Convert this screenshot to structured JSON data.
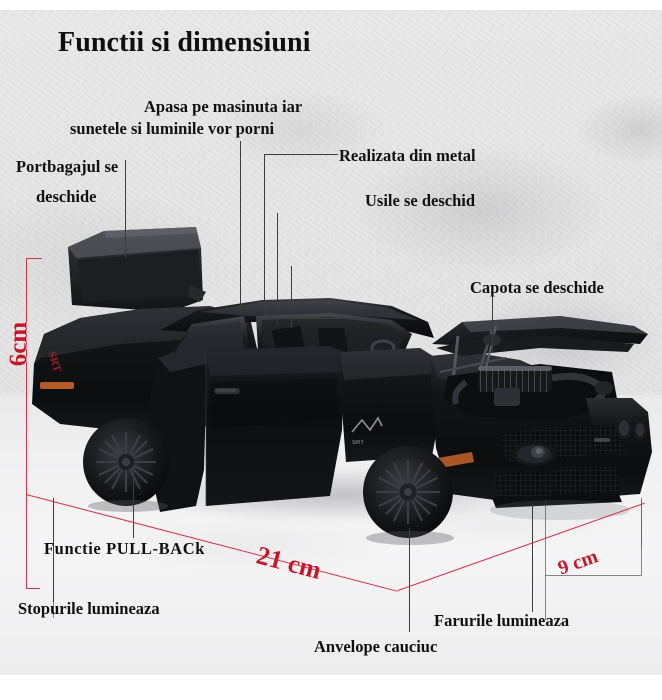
{
  "title": "Functii si dimensiuni",
  "labels": {
    "press_car": "Apasa pe masinuta iar",
    "press_car_2": "sunetele si luminile vor porni",
    "trunk": "Portbagajul se",
    "trunk_2": "deschide",
    "metal": "Realizata din metal",
    "doors": "Usile se deschid",
    "hood": "Capota se deschide",
    "pullback": "Functie PULL-BACk",
    "taillights": "Stopurile lumineaza",
    "headlights": "Farurile lumineaza",
    "tires": "Anvelope cauciuc"
  },
  "dimensions": {
    "height": "6cm",
    "length": "21 cm",
    "width": "9 cm"
  },
  "colors": {
    "dimension_red": "#c4182a",
    "leader_line": "#3c3c3c",
    "text": "#111111",
    "background": "#e4e4e5"
  },
  "product": {
    "badge_text": "SRT",
    "body_color": "#0a0a0c"
  }
}
